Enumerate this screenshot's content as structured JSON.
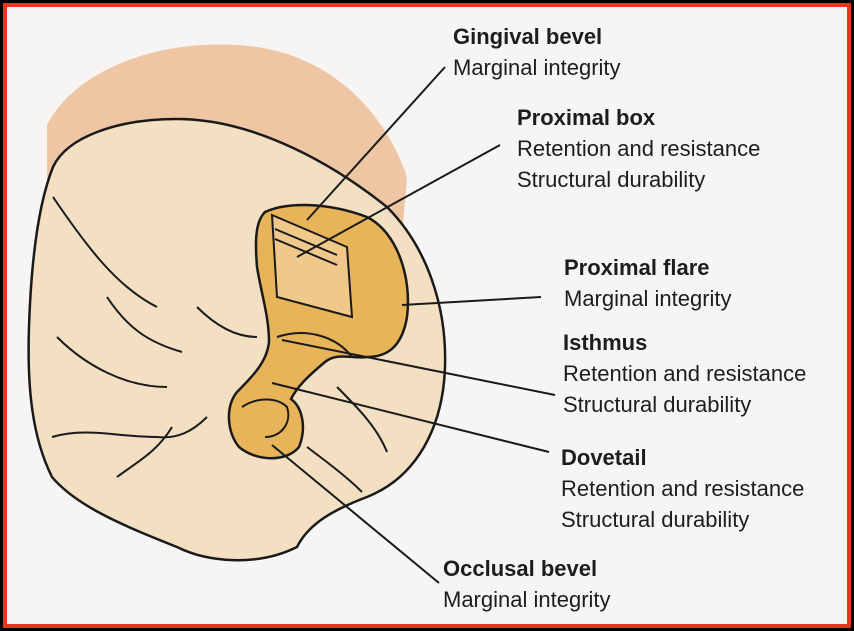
{
  "colors": {
    "frame_border": "#e8361c",
    "background": "#f6f5f3",
    "tooth_crown": "#f3e0c3",
    "gingiva": "#efc6a3",
    "preparation": "#e8b45a",
    "outline": "#1a1a1a"
  },
  "labels": [
    {
      "key": "gingival_bevel",
      "title": "Gingival bevel",
      "lines": [
        "Marginal integrity"
      ]
    },
    {
      "key": "proximal_box",
      "title": "Proximal box",
      "lines": [
        "Retention and resistance",
        "Structural durability"
      ]
    },
    {
      "key": "proximal_flare",
      "title": "Proximal flare",
      "lines": [
        "Marginal integrity"
      ]
    },
    {
      "key": "isthmus",
      "title": "Isthmus",
      "lines": [
        "Retention and resistance",
        "Structural durability"
      ]
    },
    {
      "key": "dovetail",
      "title": "Dovetail",
      "lines": [
        "Retention and resistance",
        "Structural durability"
      ]
    },
    {
      "key": "occlusal_bevel",
      "title": "Occlusal bevel",
      "lines": [
        "Marginal integrity"
      ]
    }
  ]
}
